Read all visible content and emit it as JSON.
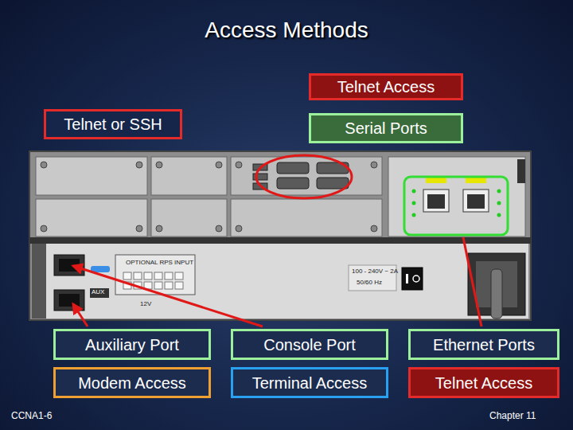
{
  "diagram": {
    "title": "Access Methods",
    "nodes": [
      {
        "text": [
          "Telnet Access"
        ]
      },
      {
        "text": [
          "Telnet or SSH"
        ]
      },
      {
        "text": [
          "Serial Ports"
        ]
      },
      {
        "text": [
          "Auxiliary Port"
        ]
      },
      {
        "text": [
          "Console Port"
        ]
      },
      {
        "text": [
          "Ethernet Ports"
        ]
      },
      {
        "text": [
          "Modem Access"
        ]
      },
      {
        "text": [
          "Terminal Access"
        ]
      },
      {
        "text": [
          "Telnet Access"
        ]
      }
    ],
    "labels": [
      "OPTIONAL RPS INPUT",
      "AUX",
      "12V",
      "100 - 240V ~ 2A",
      "50/60 Hz",
      "CCNA1-6",
      "Chapter 11"
    ]
  }
}
